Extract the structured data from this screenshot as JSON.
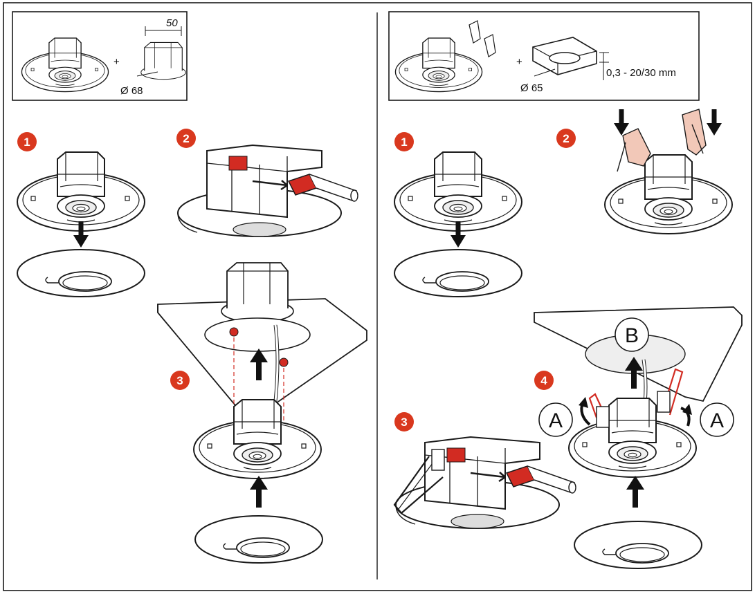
{
  "colors": {
    "step_badge": "#d9381e",
    "connector": "#d22b22",
    "clip": "#f2c8b8",
    "line": "#1a1a1a"
  },
  "left_panel": {
    "inset": {
      "dimension_width": "50",
      "diameter": "Ø 68",
      "plus": "+"
    },
    "steps": [
      "1",
      "2",
      "3"
    ]
  },
  "right_panel": {
    "inset": {
      "diameter": "Ø 65",
      "thickness": "0,3 - 20/30 mm",
      "plus": "+"
    },
    "steps": [
      "1",
      "2",
      "3",
      "4"
    ],
    "labels": {
      "a_left": "A",
      "a_right": "A",
      "b": "B"
    }
  }
}
